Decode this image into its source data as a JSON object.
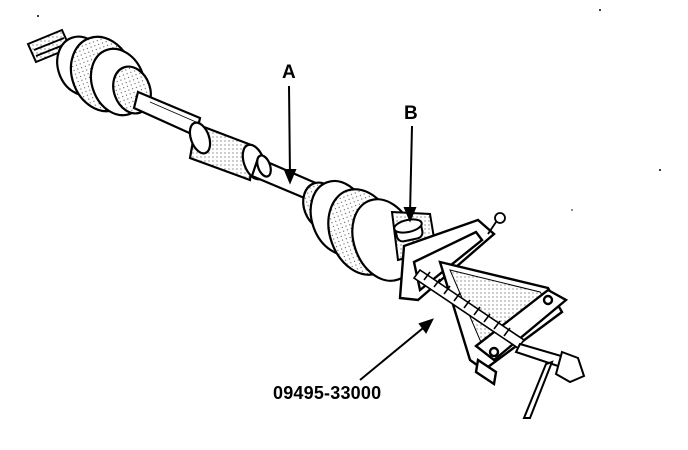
{
  "callouts": {
    "a": "A",
    "b": "B",
    "tool_part_number": "09495-33000"
  },
  "colors": {
    "ink": "#000000",
    "paper": "#ffffff",
    "shade": "#7a7a7a"
  }
}
